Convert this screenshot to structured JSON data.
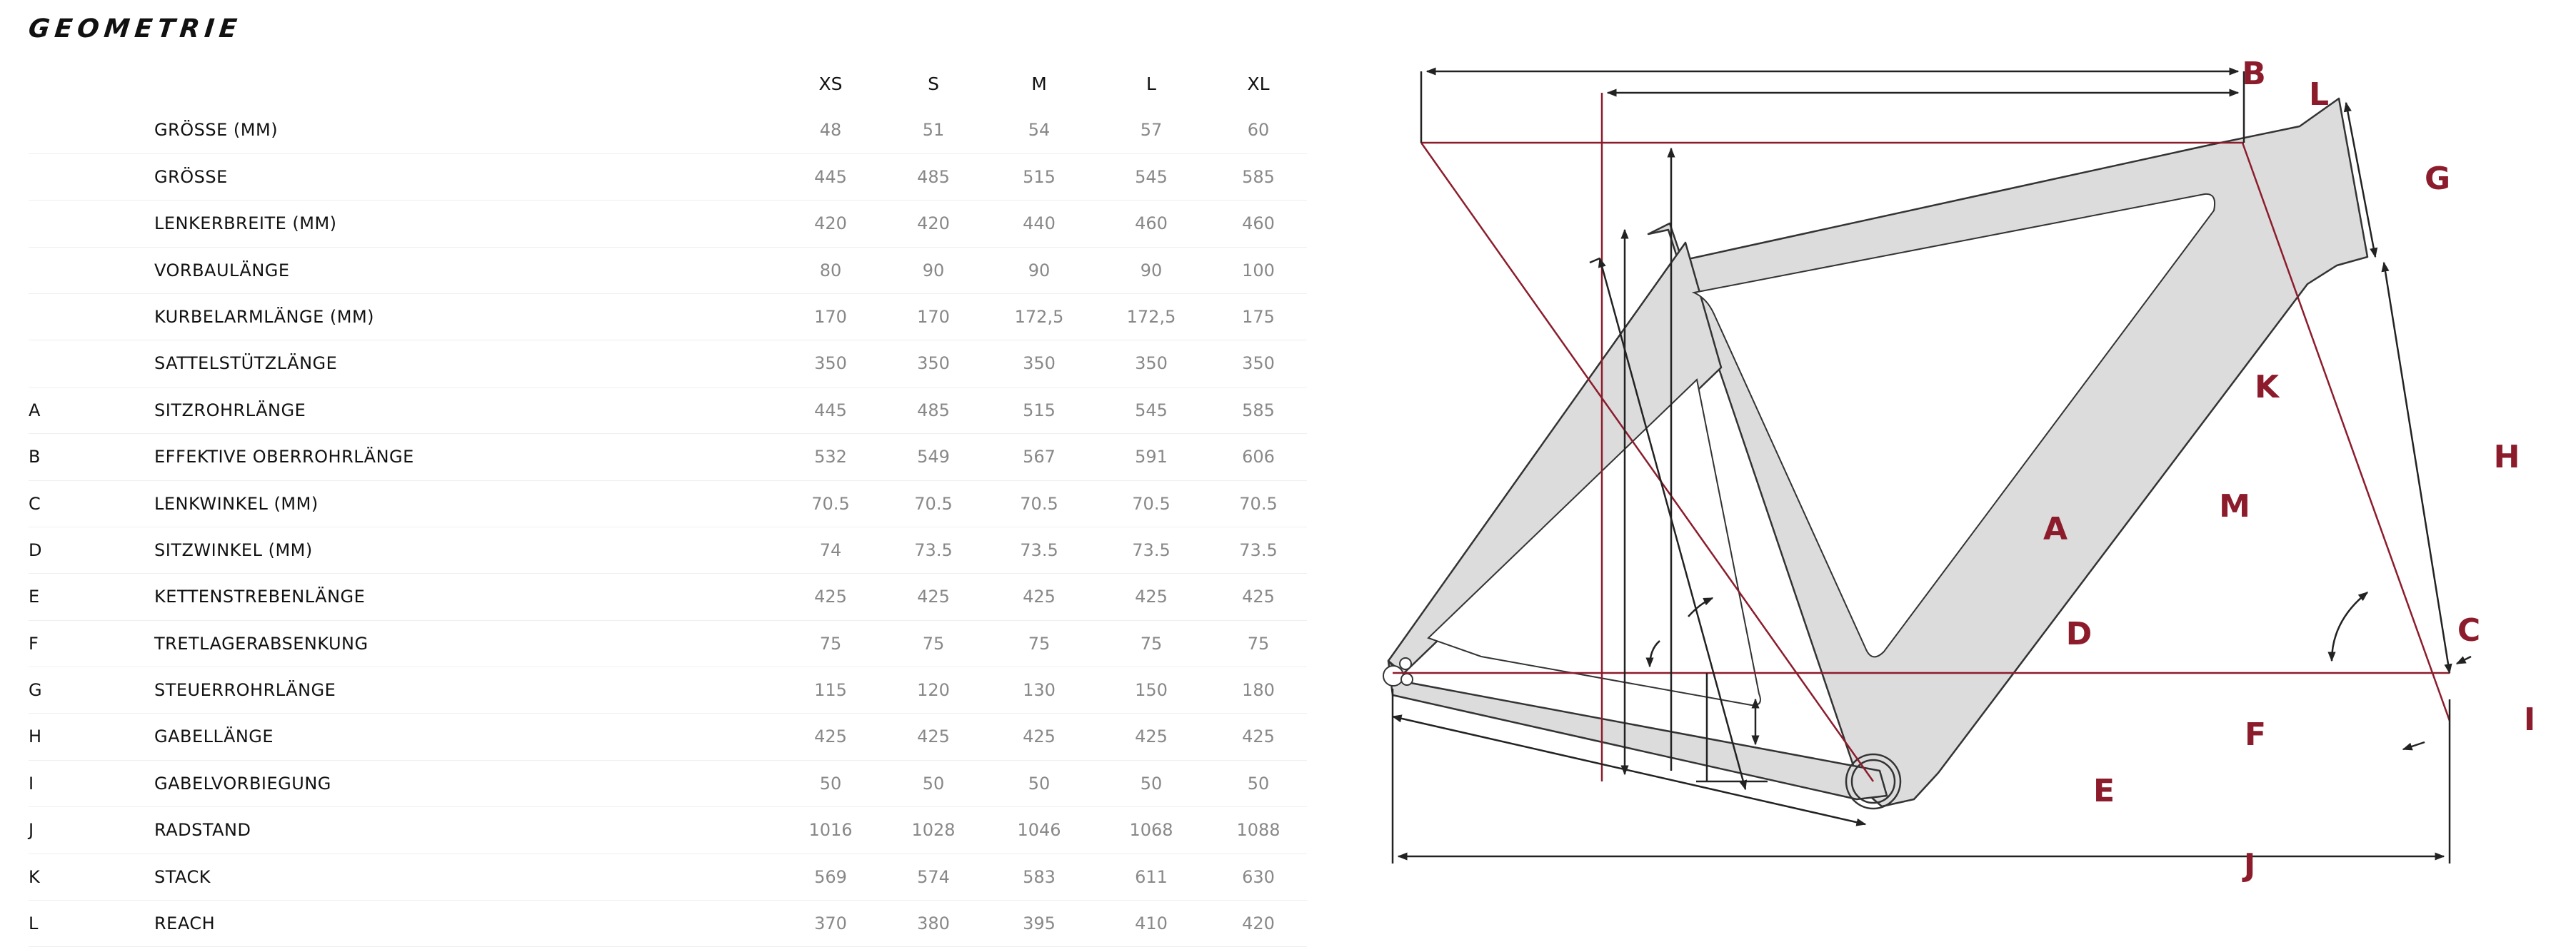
{
  "title": "GEOMETRIE",
  "sizes": [
    "XS",
    "S",
    "M",
    "L",
    "XL"
  ],
  "rows": [
    {
      "code": "",
      "name": "GRÖSSE (MM)",
      "values": [
        "48",
        "51",
        "54",
        "57",
        "60"
      ]
    },
    {
      "code": "",
      "name": "GRÖSSE",
      "values": [
        "445",
        "485",
        "515",
        "545",
        "585"
      ]
    },
    {
      "code": "",
      "name": "LENKERBREITE (MM)",
      "values": [
        "420",
        "420",
        "440",
        "460",
        "460"
      ]
    },
    {
      "code": "",
      "name": "VORBAULÄNGE",
      "values": [
        "80",
        "90",
        "90",
        "90",
        "100"
      ]
    },
    {
      "code": "",
      "name": "KURBELARMLÄNGE (MM)",
      "values": [
        "170",
        "170",
        "172,5",
        "172,5",
        "175"
      ]
    },
    {
      "code": "",
      "name": "SATTELSTÜTZLÄNGE",
      "values": [
        "350",
        "350",
        "350",
        "350",
        "350"
      ]
    },
    {
      "code": "A",
      "name": "SITZROHRLÄNGE",
      "values": [
        "445",
        "485",
        "515",
        "545",
        "585"
      ]
    },
    {
      "code": "B",
      "name": "EFFEKTIVE OBERROHRLÄNGE",
      "values": [
        "532",
        "549",
        "567",
        "591",
        "606"
      ]
    },
    {
      "code": "C",
      "name": "LENKWINKEL (MM)",
      "values": [
        "70.5",
        "70.5",
        "70.5",
        "70.5",
        "70.5"
      ]
    },
    {
      "code": "D",
      "name": "SITZWINKEL (MM)",
      "values": [
        "74",
        "73.5",
        "73.5",
        "73.5",
        "73.5"
      ]
    },
    {
      "code": "E",
      "name": "KETTENSTREBENLÄNGE",
      "values": [
        "425",
        "425",
        "425",
        "425",
        "425"
      ]
    },
    {
      "code": "F",
      "name": "TRETLAGERABSENKUNG",
      "values": [
        "75",
        "75",
        "75",
        "75",
        "75"
      ]
    },
    {
      "code": "G",
      "name": "STEUERROHRLÄNGE",
      "values": [
        "115",
        "120",
        "130",
        "150",
        "180"
      ]
    },
    {
      "code": "H",
      "name": "GABELLÄNGE",
      "values": [
        "425",
        "425",
        "425",
        "425",
        "425"
      ]
    },
    {
      "code": "I",
      "name": "GABELVORBIEGUNG",
      "values": [
        "50",
        "50",
        "50",
        "50",
        "50"
      ]
    },
    {
      "code": "J",
      "name": "RADSTAND",
      "values": [
        "1016",
        "1028",
        "1046",
        "1068",
        "1088"
      ]
    },
    {
      "code": "K",
      "name": "STACK",
      "values": [
        "569",
        "574",
        "583",
        "611",
        "630"
      ]
    },
    {
      "code": "L",
      "name": "REACH",
      "values": [
        "370",
        "380",
        "395",
        "410",
        "420"
      ]
    }
  ],
  "diagram": {
    "labels": {
      "A": "A",
      "B": "B",
      "C": "C",
      "D": "D",
      "E": "E",
      "F": "F",
      "G": "G",
      "H": "H",
      "I": "I",
      "J": "J",
      "K": "K",
      "L": "L",
      "M": "M"
    },
    "colors": {
      "frame_fill": "#dcdcdc",
      "frame_stroke": "#333333",
      "accent": "#8c1c2c",
      "dimension": "#222222"
    }
  }
}
